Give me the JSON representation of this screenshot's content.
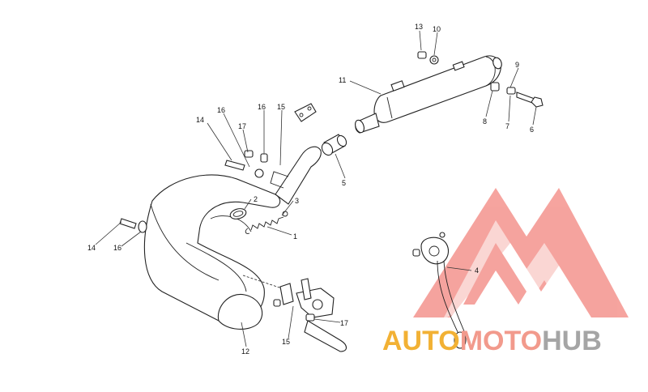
{
  "labels": {
    "n1": "1",
    "n2": "2",
    "n3": "3",
    "n4": "4",
    "n5": "5",
    "n6": "6",
    "n7": "7",
    "n8": "8",
    "n9": "9",
    "n10": "10",
    "n11": "11",
    "n12": "12",
    "n13": "13",
    "n14a": "14",
    "n14b": "14",
    "n15a": "15",
    "n15b": "15",
    "n16a": "16",
    "n16b": "16",
    "n16c": "16",
    "n17a": "17",
    "n17b": "17"
  },
  "watermark": {
    "part1": "AUTO",
    "part2": "MOTO",
    "part3": "HUB",
    "color1": "#f2b134",
    "color2": "#f29a8c",
    "color3": "#a5a5a5",
    "triangle_color": "#f4948e"
  }
}
